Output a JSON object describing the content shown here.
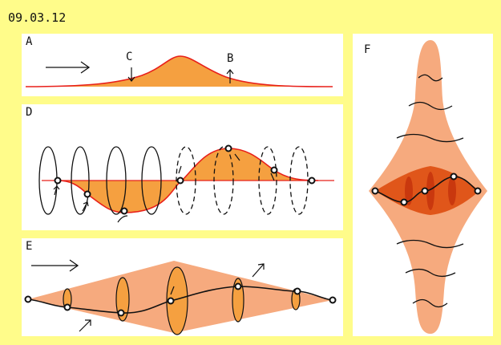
{
  "header": {
    "date": "09.03.12"
  },
  "panels": {
    "a": {
      "label": "A",
      "marker_c": "C",
      "marker_b": "B"
    },
    "d": {
      "label": "D"
    },
    "e": {
      "label": "E"
    },
    "f": {
      "label": "F"
    }
  },
  "colors": {
    "background": "#fffc8a",
    "panel": "#ffffff",
    "wave_fill": "#f5a040",
    "wave_line": "#e8201a",
    "light_fill": "#f6aa7e",
    "dark_fill": "#e0561a",
    "ink": "#111111"
  }
}
